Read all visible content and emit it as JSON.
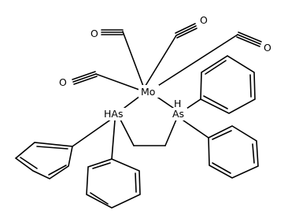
{
  "molecule": {
    "metal": "Mo",
    "carbonyl_oxygen": "O",
    "arsenic_left": "HAs",
    "arsenic_right": "As",
    "arsenic_right_hydrogen": "H"
  },
  "colors": {
    "bond": "#000000",
    "background": "#ffffff"
  }
}
